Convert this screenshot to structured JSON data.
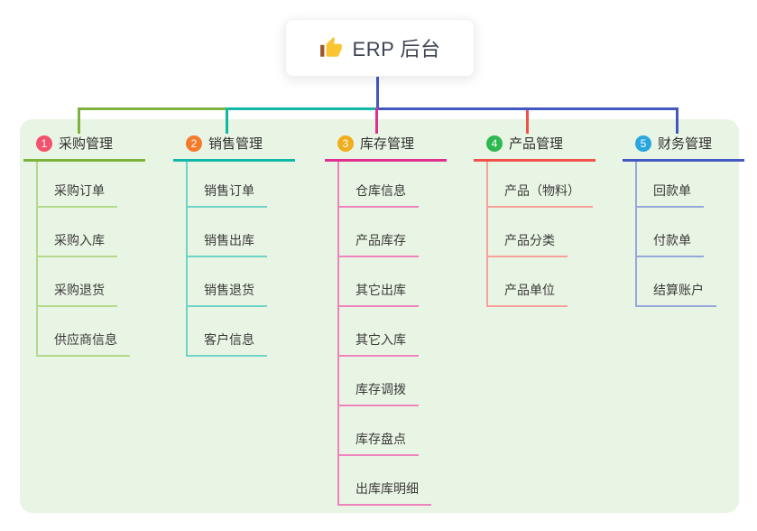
{
  "root": {
    "title": "ERP 后台",
    "icon": "thumbs-up-icon"
  },
  "colors": {
    "panel_bg": "#e9f5e4",
    "root_stem": "#4257c2"
  },
  "branches": [
    {
      "num": "1",
      "label": "采购管理",
      "color": "#7db33c",
      "light": "#b5d98c",
      "badge": "#f4516c",
      "children": [
        "采购订单",
        "采购入库",
        "采购退货",
        "供应商信息"
      ]
    },
    {
      "num": "2",
      "label": "销售管理",
      "color": "#10b7a6",
      "light": "#6fd3c6",
      "badge": "#f57b2c",
      "children": [
        "销售订单",
        "销售出库",
        "销售退货",
        "客户信息"
      ]
    },
    {
      "num": "3",
      "label": "库存管理",
      "color": "#e0308f",
      "light": "#ef83bb",
      "badge": "#efae1c",
      "children": [
        "仓库信息",
        "产品库存",
        "其它出库",
        "其它入库",
        "库存调拨",
        "库存盘点",
        "出库库明细"
      ]
    },
    {
      "num": "4",
      "label": "产品管理",
      "color": "#f2504b",
      "light": "#f7a09b",
      "badge": "#2fb750",
      "children": [
        "产品（物料）",
        "产品分类",
        "产品单位"
      ]
    },
    {
      "num": "5",
      "label": "财务管理",
      "color": "#4257c2",
      "light": "#96a8da",
      "badge": "#28a6dd",
      "children": [
        "回款单",
        "付款单",
        "结算账户"
      ]
    }
  ]
}
